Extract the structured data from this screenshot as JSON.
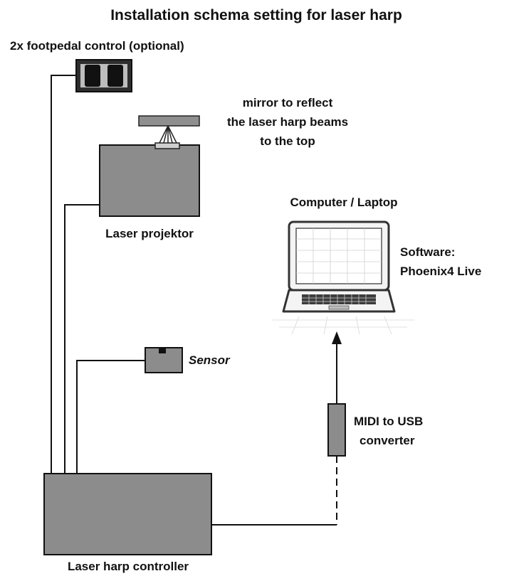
{
  "title": "Installation schema setting for laser harp",
  "labels": {
    "footpedal": "2x footpedal control (optional)",
    "mirror": [
      "mirror to reflect",
      "the laser harp beams",
      "to the top"
    ],
    "projector": "Laser projektor",
    "computer": "Computer / Laptop",
    "software": [
      "Software:",
      "Phoenix4 Live"
    ],
    "sensor": "Sensor",
    "converter": [
      "MIDI to USB",
      "converter"
    ],
    "controller": "Laser harp controller"
  },
  "colors": {
    "box_fill": "#8c8c8c",
    "mirror_fill": "#8f8f8f",
    "pedal_frame": "#3a3a3a",
    "line": "#111111",
    "background": "#ffffff"
  },
  "icons": {
    "laptop": "laptop-icon",
    "footpedal": "footpedal-icon",
    "mirror": "mirror-icon",
    "arrow": "arrow-up-icon"
  }
}
